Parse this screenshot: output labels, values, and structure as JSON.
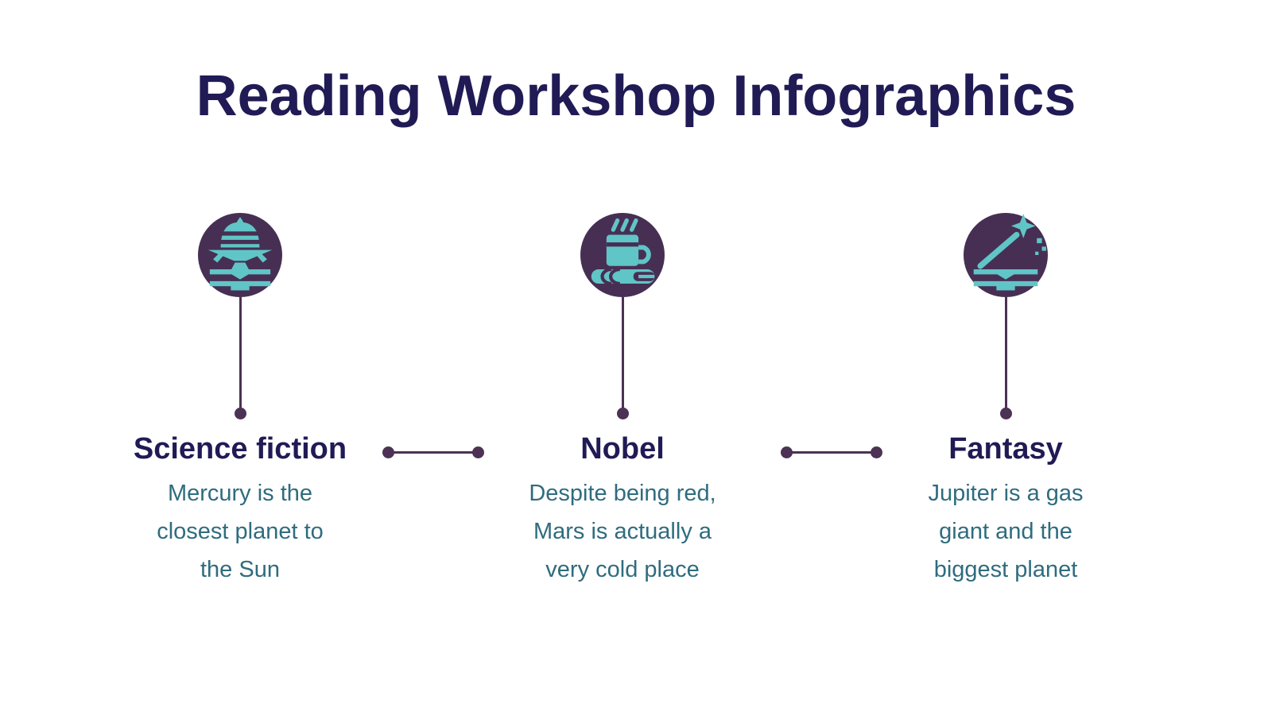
{
  "page": {
    "title": "Reading Workshop Infographics",
    "background": "#ffffff"
  },
  "colors": {
    "title_navy": "#201b55",
    "body_teal": "#2f6c7e",
    "circle_purple": "#472f54",
    "icon_teal": "#60c5c6",
    "connector_purple": "#4c3254"
  },
  "columns": [
    {
      "icon": "ufo-book-icon",
      "heading": "Science fiction",
      "description": "Mercury is the closest planet to the Sun",
      "description_lines": [
        "Mercury is the",
        "closest planet to",
        "the Sun"
      ]
    },
    {
      "icon": "coffee-book-icon",
      "heading": "Nobel",
      "description": "Despite being red, Mars is actually a very cold place",
      "description_lines": [
        "Despite being red,",
        "Mars is actually a",
        "very cold place"
      ]
    },
    {
      "icon": "magic-wand-book-icon",
      "heading": "Fantasy",
      "description": "Jupiter is a gas giant and the biggest planet",
      "description_lines": [
        "Jupiter is a gas",
        "giant and the",
        "biggest planet"
      ]
    }
  ]
}
